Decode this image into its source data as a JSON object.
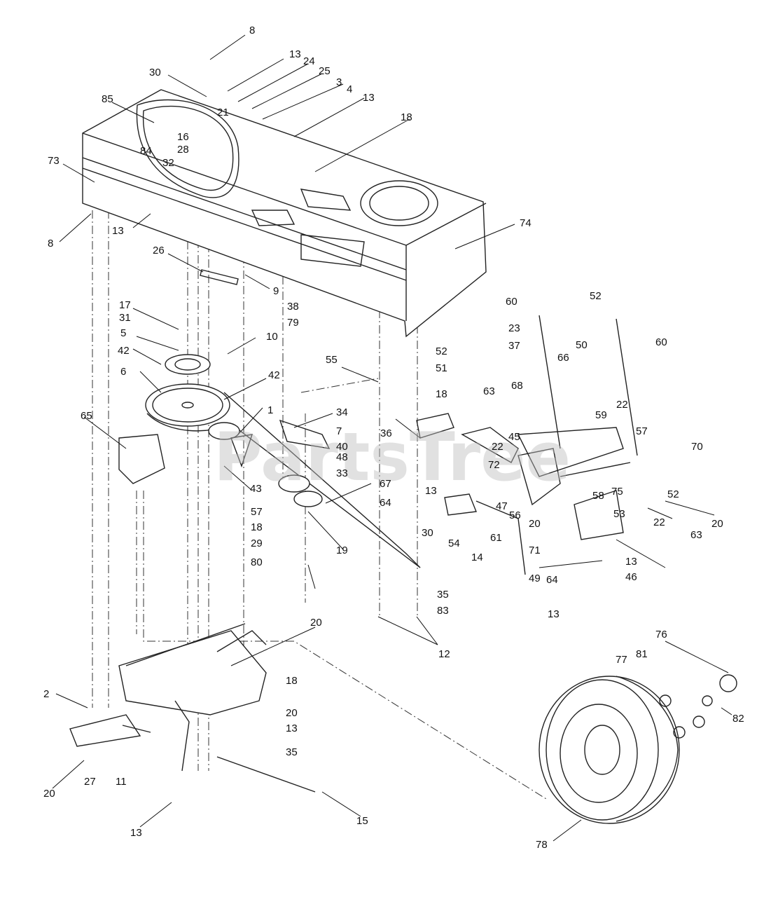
{
  "watermark": "PartsTree",
  "callouts": [
    "8",
    "13",
    "24",
    "25",
    "30",
    "3",
    "4",
    "13",
    "85",
    "21",
    "18",
    "16",
    "84",
    "28",
    "73",
    "32",
    "8",
    "13",
    "74",
    "26",
    "9",
    "38",
    "79",
    "17",
    "31",
    "5",
    "10",
    "60",
    "52",
    "60",
    "23",
    "37",
    "42",
    "6",
    "42",
    "55",
    "52",
    "51",
    "50",
    "66",
    "18",
    "63",
    "68",
    "59",
    "22",
    "65",
    "1",
    "34",
    "7",
    "40",
    "36",
    "48",
    "33",
    "43",
    "45",
    "57",
    "70",
    "22",
    "72",
    "67",
    "13",
    "64",
    "47",
    "52",
    "30",
    "56",
    "58",
    "75",
    "20",
    "61",
    "54",
    "71",
    "53",
    "20",
    "22",
    "63",
    "57",
    "18",
    "29",
    "19",
    "80",
    "14",
    "13",
    "46",
    "49",
    "64",
    "35",
    "83",
    "13",
    "20",
    "12",
    "18",
    "20",
    "2",
    "76",
    "77",
    "81",
    "13",
    "82",
    "35",
    "20",
    "27",
    "11",
    "15",
    "13",
    "78"
  ]
}
